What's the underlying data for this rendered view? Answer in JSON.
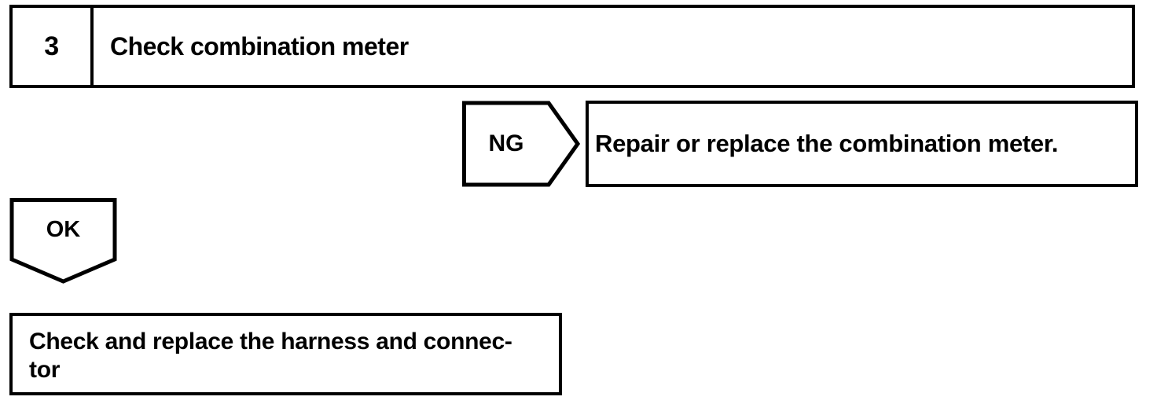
{
  "flowchart": {
    "step": {
      "number": "3",
      "title": "Check combination meter"
    },
    "ng_branch": {
      "label": "NG",
      "action": "Repair or replace the combination meter."
    },
    "ok_branch": {
      "label": "OK",
      "action": "Check and replace the harness and connec-\ntor"
    }
  },
  "colors": {
    "line": "#000000",
    "background": "#ffffff"
  }
}
